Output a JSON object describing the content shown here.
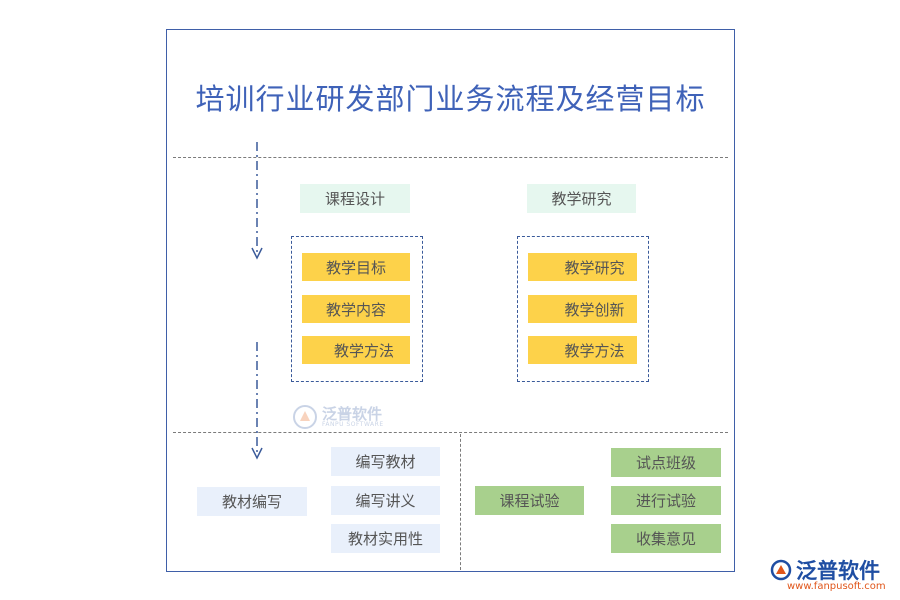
{
  "title": "培训行业研发部门业务流程及经营目标",
  "course_design": {
    "header": "课程设计",
    "items": [
      "教学目标",
      "教学内容",
      "教学方法"
    ]
  },
  "teaching_research": {
    "header": "教学研究",
    "items": [
      "教学研究",
      "教学创新",
      "教学方法"
    ]
  },
  "materials": {
    "label": "教材编写",
    "items": [
      "编写教材",
      "编写讲义",
      "教材实用性"
    ]
  },
  "trial": {
    "label": "课程试验",
    "items": [
      "试点班级",
      "进行试验",
      "收集意见"
    ]
  },
  "watermark": {
    "name": "泛普软件",
    "sub": "FANPU SOFTWARE"
  },
  "brand": {
    "name": "泛普软件",
    "url": "www.fanpusoft.com"
  },
  "colors": {
    "title": "#3f62b8",
    "mint": "#e6f7ef",
    "yellow": "#fdd24a",
    "lavender": "#e9f0fb",
    "green": "#a8d08d",
    "frame": "#3f5fa8"
  }
}
